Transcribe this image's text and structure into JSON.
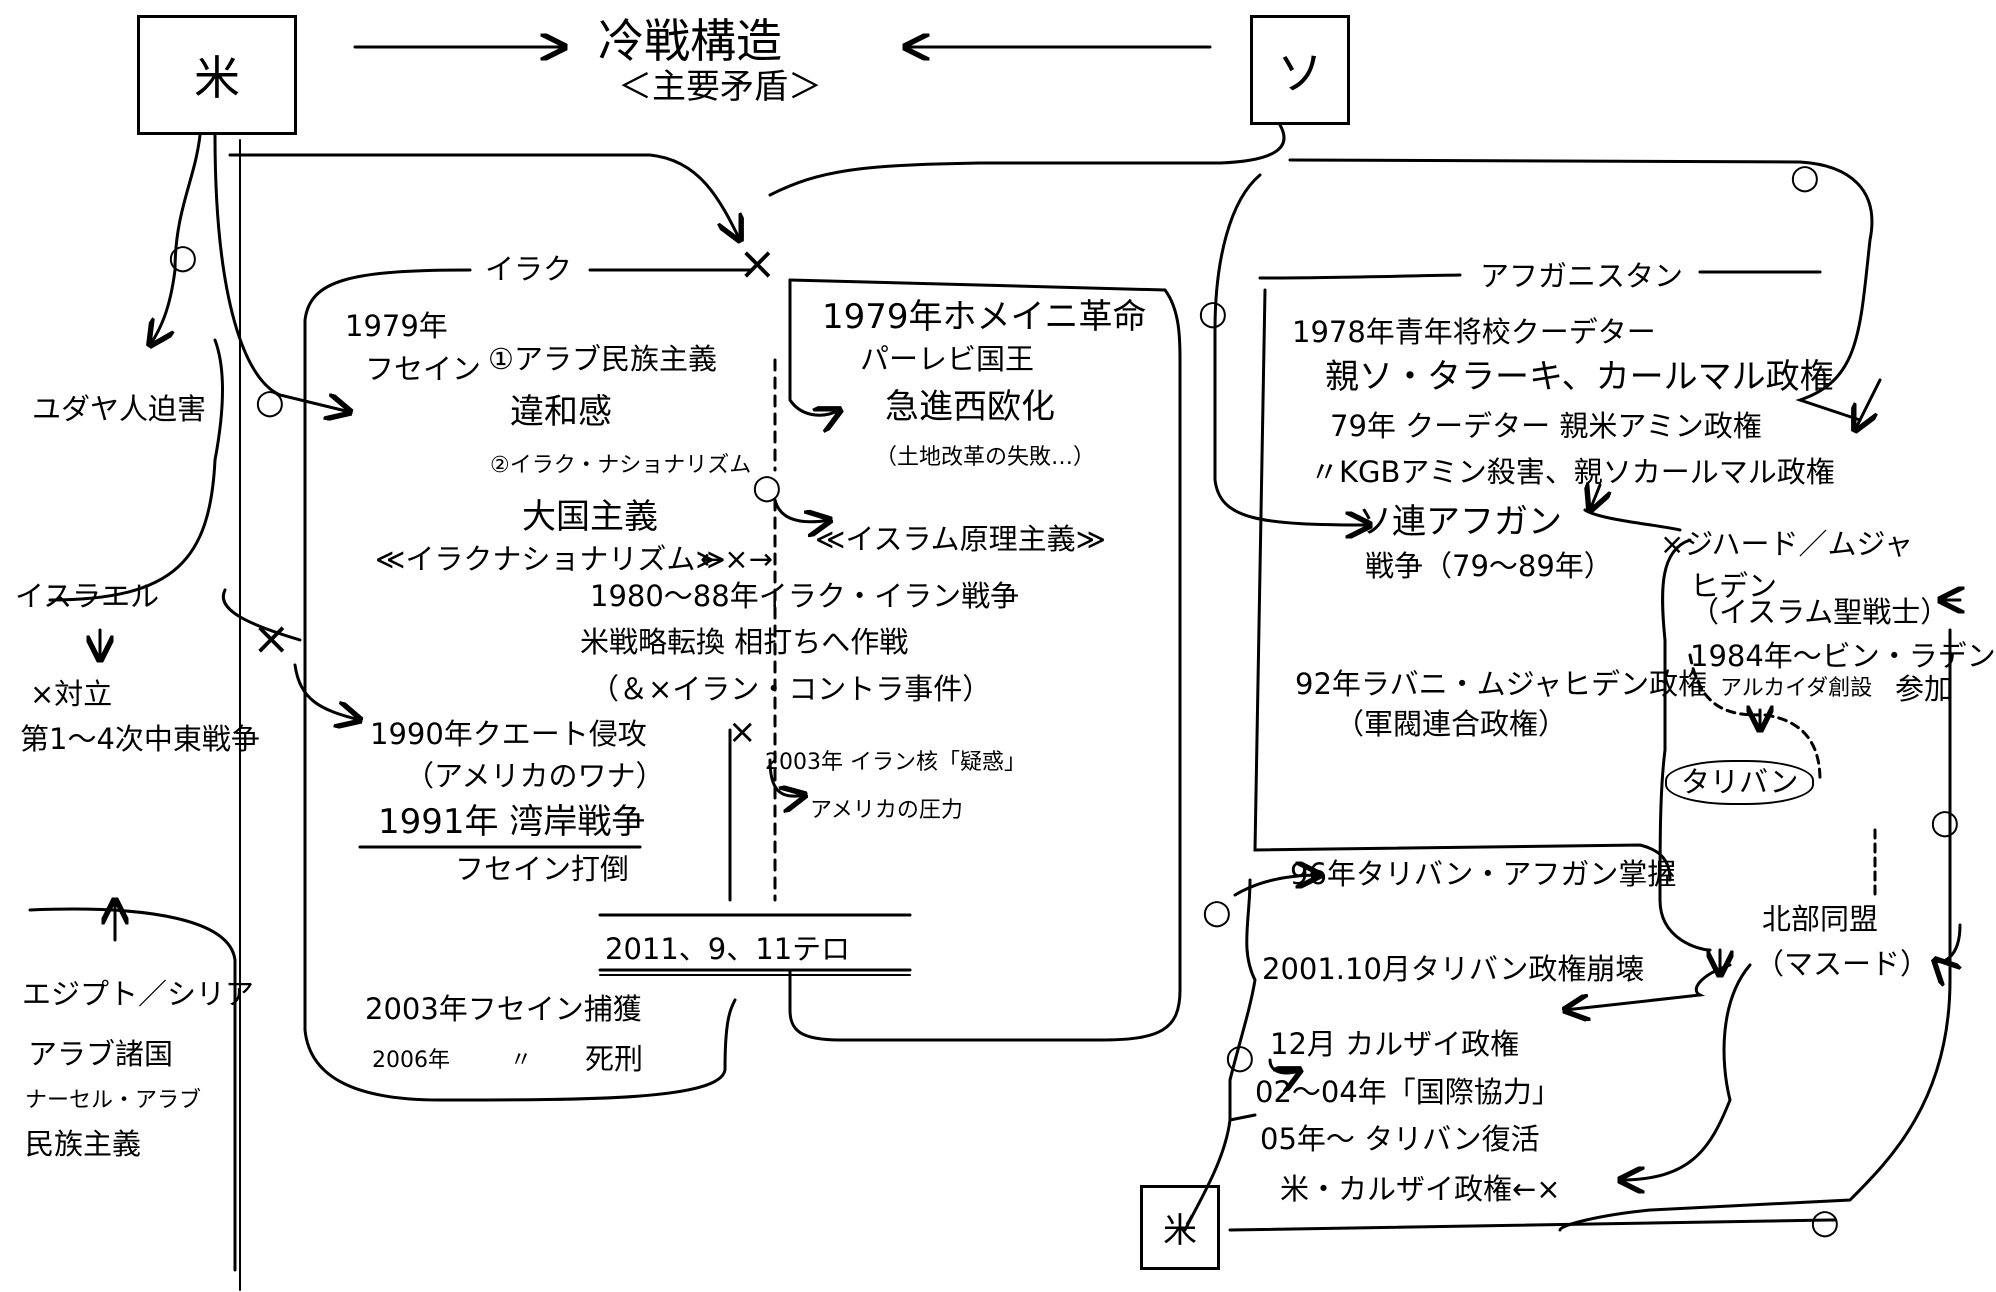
{
  "title": {
    "line1": "冷戦構造",
    "line2": "＜主要矛盾＞"
  },
  "nodes": {
    "us": "米",
    "ussr": "ソ",
    "us_small": "米"
  },
  "marks": {
    "circle": "○",
    "cross": "×"
  },
  "left": {
    "yudaya": "ユダヤ人迫害",
    "israel": "イスラエル",
    "taiRitsu": "×対立",
    "chutou": "第1〜4次中東戦争",
    "arab1": "エジプト／シリア",
    "arab2": "アラブ諸国",
    "arab3": "ナーセル・アラブ",
    "arab4": "民族主義"
  },
  "iraq": {
    "title": "イラク",
    "y1979": "1979年",
    "hussein": "フセイン",
    "p1": "①アラブ民族主義",
    "iwakan": "違和感",
    "p2": "②イラク・ナショナリズム",
    "taikoku": "大国主義",
    "nationalism": "≪イラクナショナリズム≫",
    "war8088": "1980〜88年イラク・イラン戦争",
    "senryaku": "米戦略転換 相打ちへ作戦",
    "contra": "（＆×イラン・コントラ事件）",
    "kuwait": "1990年クエート侵攻",
    "wana": "（アメリカのワナ）",
    "gulf": "1991年 湾岸戦争",
    "datou": "フセイン打倒",
    "capture": "2003年フセイン捕獲",
    "y2006": "2006年",
    "ditto": "〃",
    "shikei": "死刑"
  },
  "iran": {
    "khomeini": "1979年ホメイニ革命",
    "pahlavi": "パーレビ国王",
    "kyushin": "急進西欧化",
    "tochi": "（土地改革の失敗…）",
    "fundamental": "≪イスラム原理主義≫",
    "vs": "←×→",
    "kaku": "2003年 イラン核「疑惑」",
    "atsuryoku": "アメリカの圧力",
    "cross_mark": "×"
  },
  "center": {
    "terror": "2011、9、11テロ"
  },
  "afghan": {
    "title": "アフガニスタン",
    "coup78": "1978年青年将校クーデター",
    "taraki": "親ソ・タラーキ、カールマル政権",
    "amin": "79年 クーデター 親米アミン政権",
    "kgb": "〃KGBアミン殺害、親ソカールマル政権",
    "sovwar": "ソ連アフガン",
    "sovwar2": "戦争（79〜89年）",
    "jihad": "×ジハード／ムジャ",
    "jihad2": "ヒデン",
    "seisen": "（イスラム聖戦士）",
    "bin": "1984年〜ビン・ラデン",
    "sanka": "参加",
    "alqaida": "アルカイダ創設",
    "rabbani": "92年ラバニ・ムジャヒデン政権",
    "rengo": "（軍閥連合政権）",
    "taliban": "タリバン",
    "taliban96": "96年タリバン・アフガン掌握",
    "hokai": "2001.10月タリバン政権崩壊",
    "karzai": "12月 カルザイ政権",
    "kokusai": "02〜04年「国際協力」",
    "fukkatsu": "05年〜 タリバン復活",
    "usKarzai": "米・カルザイ政権←×",
    "domei": "北部同盟",
    "masood": "（マスード）"
  }
}
